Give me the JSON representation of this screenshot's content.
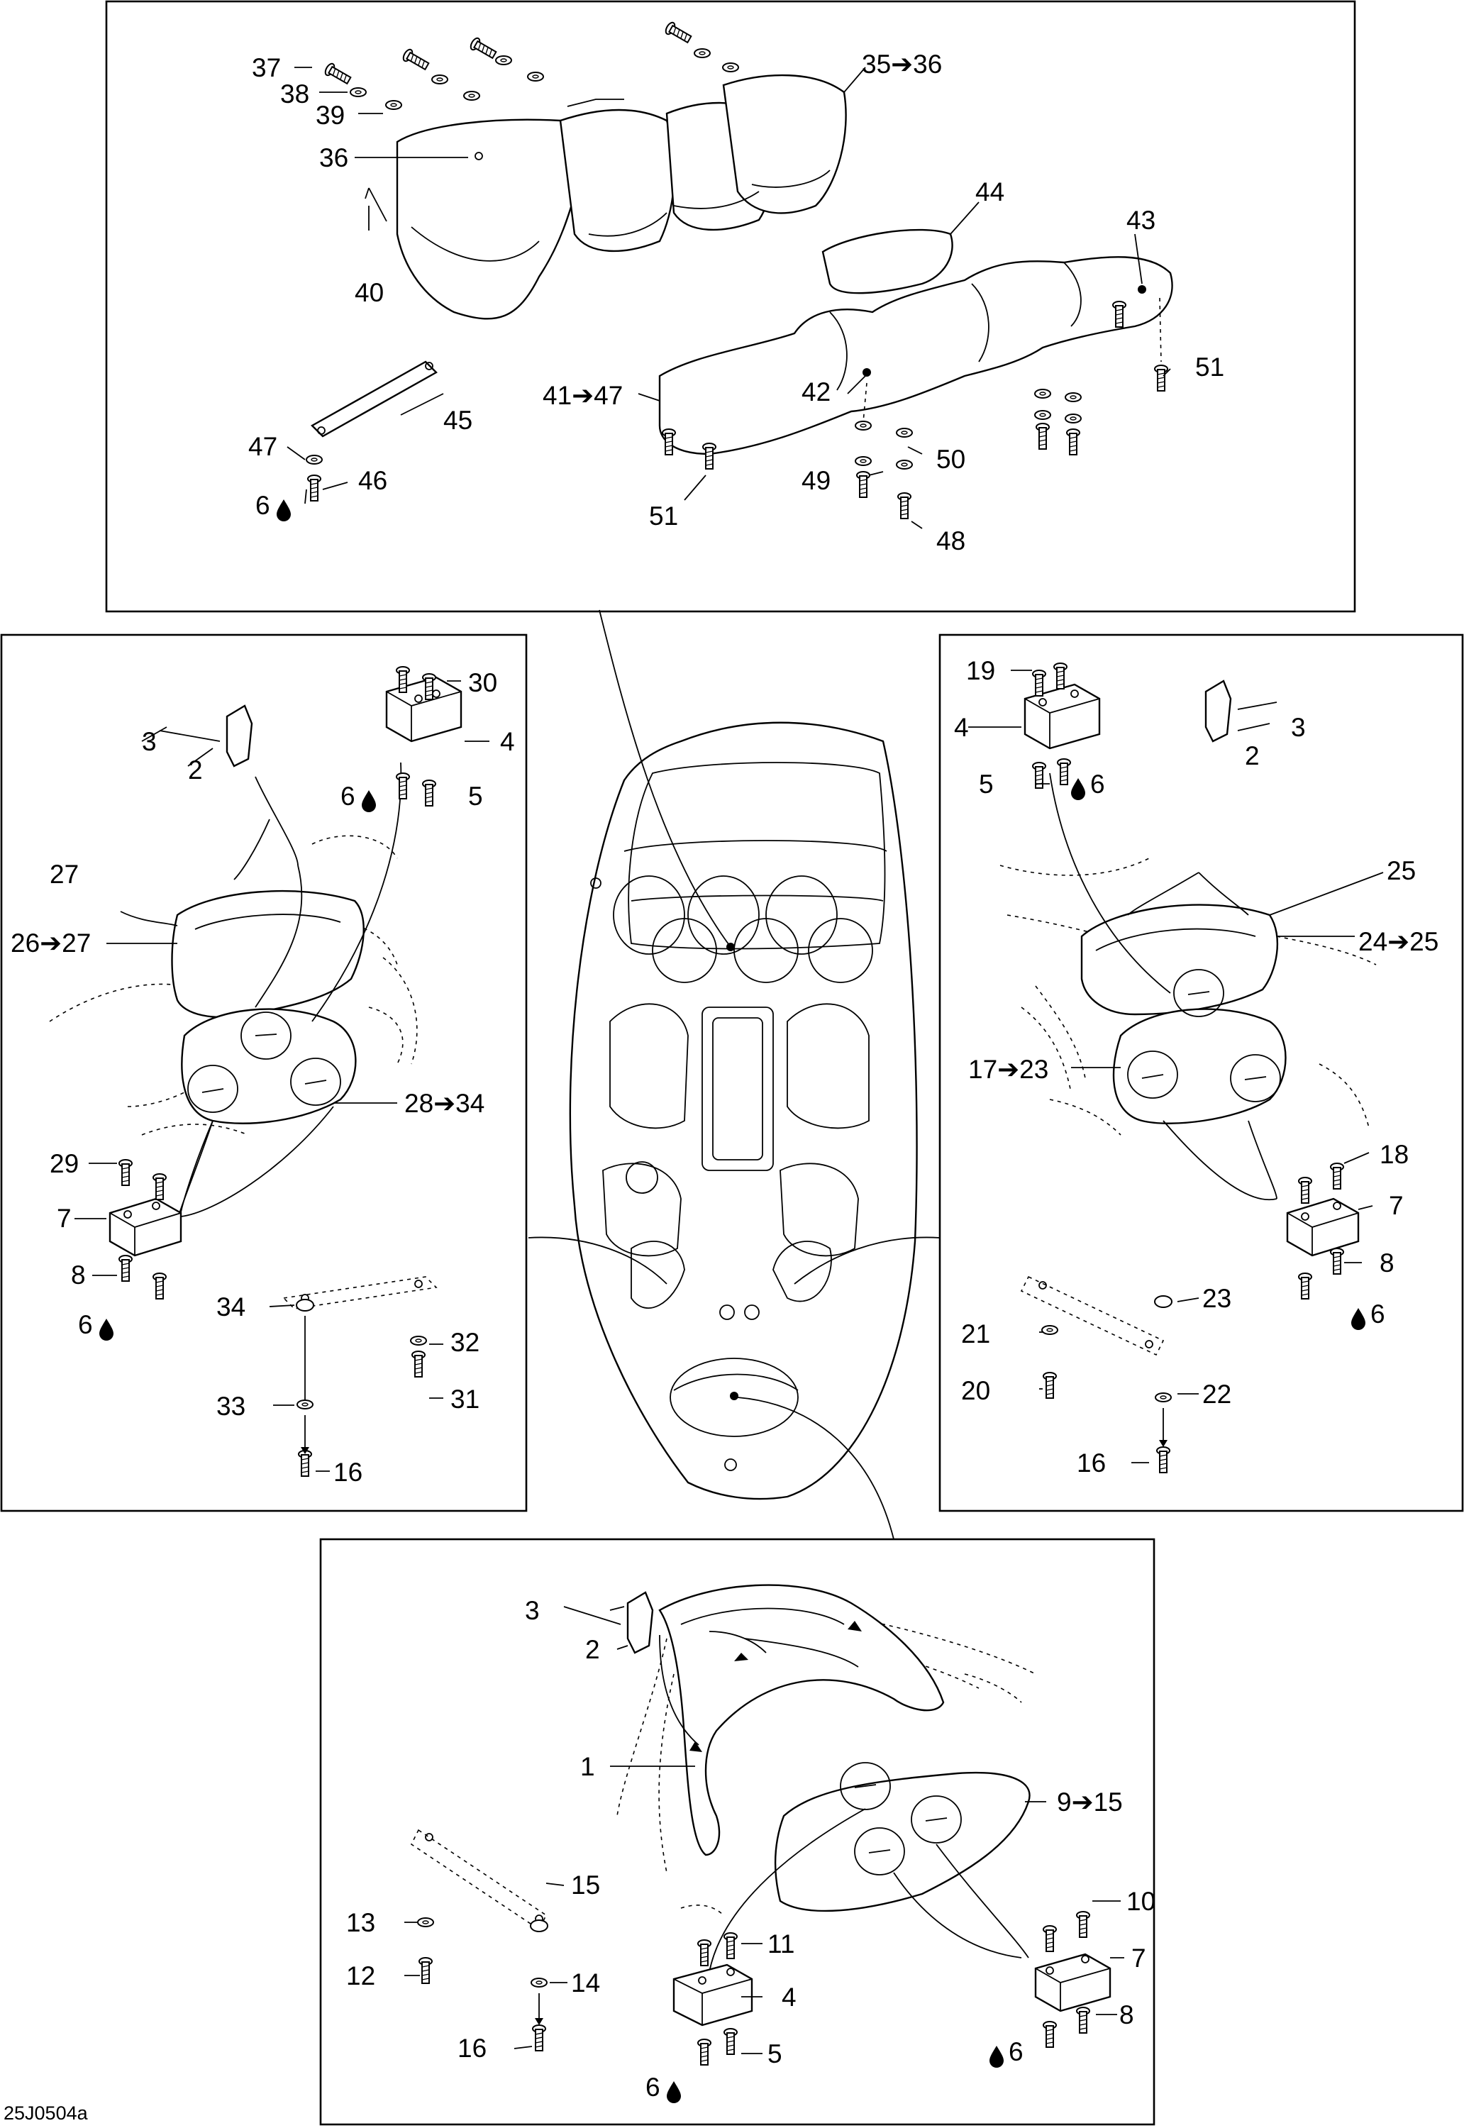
{
  "callouts": {
    "top": [
      "37",
      "38",
      "39",
      "36",
      "40",
      "35➔36",
      "44",
      "43",
      "45",
      "47",
      "6",
      "46",
      "41➔47",
      "42",
      "51",
      "49",
      "50",
      "48"
    ],
    "left": [
      "3",
      "2",
      "30",
      "4",
      "6",
      "5",
      "27",
      "26➔27",
      "28➔34",
      "29",
      "7",
      "8",
      "6",
      "34",
      "32",
      "33",
      "31",
      "16"
    ],
    "right": [
      "19",
      "4",
      "5",
      "6",
      "3",
      "2",
      "25",
      "24➔25",
      "17➔23",
      "18",
      "7",
      "8",
      "6",
      "23",
      "21",
      "20",
      "22",
      "16"
    ],
    "bottom": [
      "3",
      "2",
      "1",
      "9➔15",
      "15",
      "13",
      "12",
      "14",
      "16",
      "11",
      "4",
      "5",
      "6",
      "10",
      "7",
      "8",
      "6"
    ],
    "second_51": "51"
  },
  "drawing_code": "25J0504a",
  "icons": {
    "top_6_marker": "oil-drop-icon",
    "left_6_markers": "oil-drop-icon",
    "right_6_markers": "oil-drop-icon",
    "bottom_6_markers": "oil-drop-icon"
  }
}
